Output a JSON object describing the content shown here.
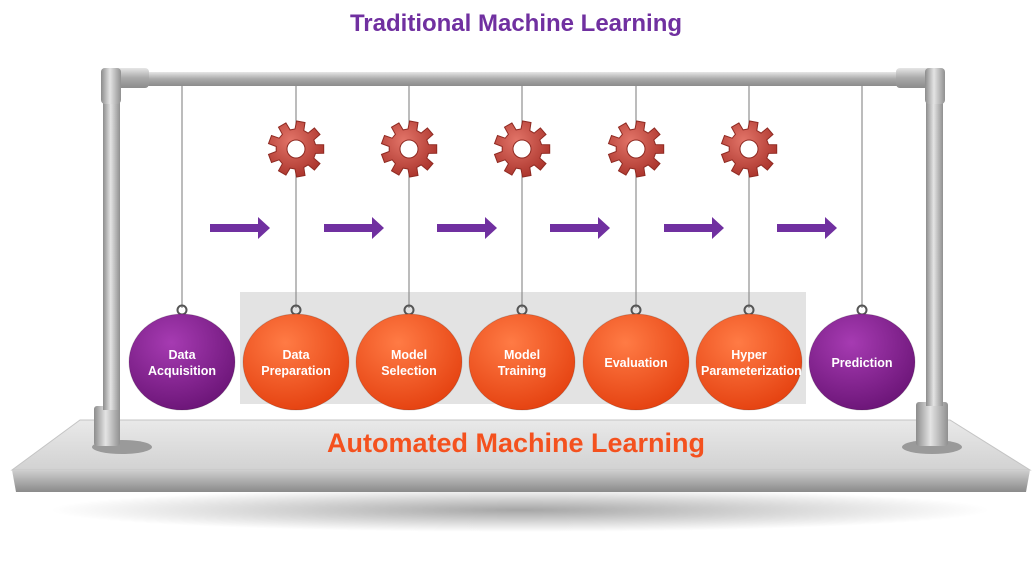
{
  "top_title": "Traditional Machine Learning",
  "bottom_title": "Automated Machine Learning",
  "stages": [
    {
      "label": "Data\nAcquisition",
      "kind": "traditional",
      "gear": false
    },
    {
      "label": "Data\nPreparation",
      "kind": "automated",
      "gear": true
    },
    {
      "label": "Model\nSelection",
      "kind": "automated",
      "gear": true
    },
    {
      "label": "Model\nTraining",
      "kind": "automated",
      "gear": true
    },
    {
      "label": "Evaluation",
      "kind": "automated",
      "gear": true
    },
    {
      "label": "Hyper\nParameterization",
      "kind": "automated",
      "gear": true
    },
    {
      "label": "Prediction",
      "kind": "traditional",
      "gear": false
    }
  ],
  "colors": {
    "purple": "#7b1f86",
    "purple_light": "#a23aad",
    "orange": "#f4511e",
    "orange_light": "#ff7a45",
    "gear": "#c0453a",
    "arrow": "#7030a0",
    "frame": "#b8b8b8",
    "highlight_panel": "#e3e3e3"
  },
  "icons": {
    "gear": "gear-icon",
    "arrow": "arrow-right-icon"
  }
}
